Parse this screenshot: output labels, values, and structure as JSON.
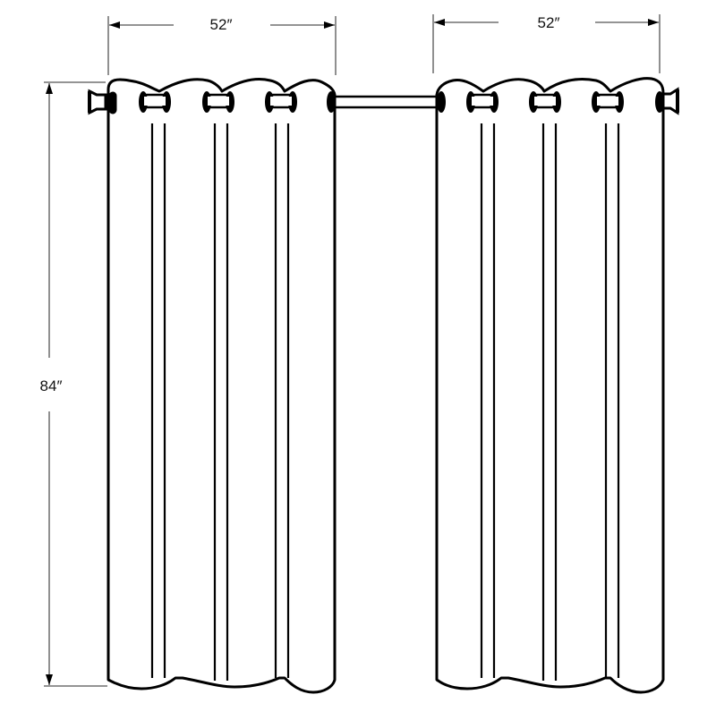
{
  "diagram": {
    "subject": "Pair of grommet curtain panels on a rod",
    "dimensions": {
      "left_panel_width": "52″",
      "right_panel_width": "52″",
      "panel_height": "84″"
    },
    "panels": [
      {
        "id": "left",
        "grommets_visible": 5,
        "fold_channels": 3
      },
      {
        "id": "right",
        "grommets_visible": 5,
        "fold_channels": 3
      }
    ],
    "colors": {
      "line": "#000000",
      "dimension_line": "#555555",
      "background": "#ffffff"
    }
  }
}
